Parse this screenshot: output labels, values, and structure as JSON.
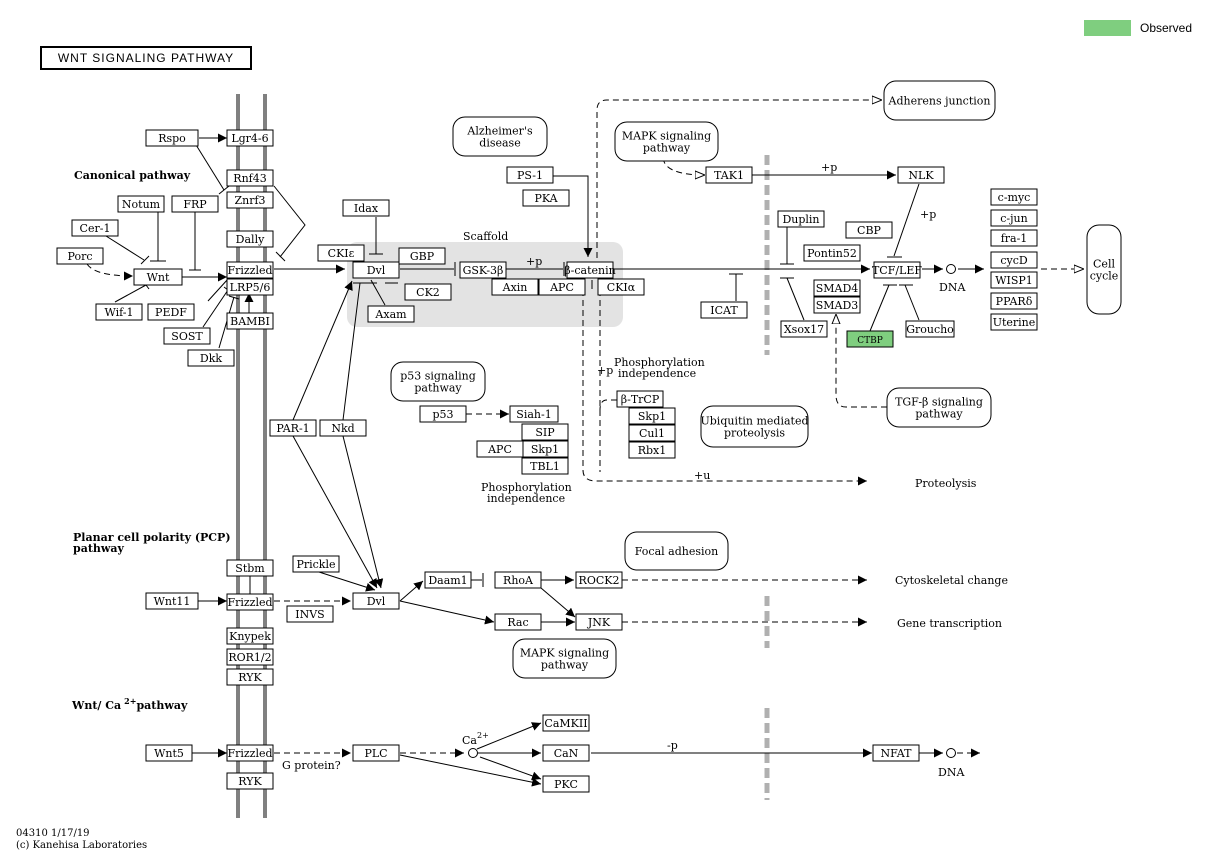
{
  "title": "WNT SIGNALING PATHWAY",
  "legend": {
    "label": "Observed",
    "color": "#7fce7f"
  },
  "footer": {
    "id_date": "04310 1/17/19",
    "copyright": "(c) Kanehisa Laboratories"
  },
  "section_labels": {
    "canonical": "Canonical pathway",
    "pcp_1": "Planar cell polarity (PCP)",
    "pcp_2": "pathway",
    "ca_a": "Wnt/ Ca",
    "ca_b": "2+",
    "ca_c": "pathway"
  },
  "genes": {
    "rspo": "Rspo",
    "lgr": "Lgr4-6",
    "rnf43": "Rnf43",
    "znrf3": "Znrf3",
    "notum": "Notum",
    "frp": "FRP",
    "cer1": "Cer-1",
    "dally": "Dally",
    "porc": "Porc",
    "wnt": "Wnt",
    "frizzled_c": "Frizzled",
    "lrp": "LRP5/6",
    "wif1": "Wif-1",
    "pedf": "PEDF",
    "sost": "SOST",
    "bambi": "BAMBI",
    "dkk": "Dkk",
    "idax": "Idax",
    "ckie": "CKIε",
    "dvl_c": "Dvl",
    "gbp": "GBP",
    "ck2": "CK2",
    "axam": "Axam",
    "gsk": "GSK-3β",
    "axin": "Axin",
    "apc_c": "APC",
    "bcat": "β-catenin",
    "ckia": "CKIα",
    "ps1": "PS-1",
    "pka": "PKA",
    "tak1": "TAK1",
    "nlk": "NLK",
    "duplin": "Duplin",
    "cbp": "CBP",
    "pontin": "Pontin52",
    "smad4": "SMAD4",
    "smad3": "SMAD3",
    "xsox": "Xsox17",
    "tcf": "TCF/LEF",
    "ctbp": "CTBP",
    "groucho": "Groucho",
    "icat": "ICAT",
    "cmyc": "c-myc",
    "cjun": "c-jun",
    "fra1": "fra-1",
    "cycd": "cycD",
    "wisp": "WISP1",
    "ppar": "PPARδ",
    "uterine": "Uterine",
    "par1": "PAR-1",
    "nkd": "Nkd",
    "p53": "p53",
    "siah": "Siah-1",
    "sip": "SIP",
    "skp1_a": "Skp1",
    "apc_b": "APC",
    "tbl1": "TBL1",
    "btrcp": "β-TrCP",
    "skp1_b": "Skp1",
    "cul1": "Cul1",
    "rbx1": "Rbx1",
    "stbm": "Stbm",
    "prickle": "Prickle",
    "wnt11": "Wnt11",
    "frizzled_p": "Frizzled",
    "invs": "INVS",
    "dvl_p": "Dvl",
    "daam1": "Daam1",
    "rhoa": "RhoA",
    "rock2": "ROCK2",
    "rac": "Rac",
    "jnk": "JNK",
    "knypek": "Knypek",
    "ror": "ROR1/2",
    "ryk_p": "RYK",
    "wnt5": "Wnt5",
    "frizzled_ca": "Frizzled",
    "ryk_ca": "RYK",
    "plc": "PLC",
    "camkii": "CaMKII",
    "can": "CaN",
    "pkc": "PKC",
    "nfat": "NFAT"
  },
  "maps": {
    "adherens": "Adherens junction",
    "alz_1": "Alzheimer's",
    "alz_2": "disease",
    "mapk1_1": "MAPK signaling",
    "mapk1_2": "pathway",
    "p53_1": "p53 signaling",
    "p53_2": "pathway",
    "ubq_1": "Ubiquitin mediated",
    "ubq_2": "proteolysis",
    "tgf_1": "TGF-β signaling",
    "tgf_2": "pathway",
    "focal": "Focal adhesion",
    "mapk2_1": "MAPK signaling",
    "mapk2_2": "pathway",
    "cell_1": "Cell",
    "cell_2": "cycle"
  },
  "labels": {
    "scaffold": "Scaffold",
    "plus_p_1": "+p",
    "plus_p_2": "+p",
    "plus_p_3": "+p",
    "plus_u": "+u",
    "minus_p": "-p",
    "dna_1": "DNA",
    "dna_2": "DNA",
    "proteolysis": "Proteolysis",
    "phos_ind_1a": "Phosphorylation",
    "phos_ind_1b": "independence",
    "phos_ind_2a": "Phosphorylation",
    "phos_ind_2b": "independence",
    "cyto": "Cytoskeletal change",
    "gene_tx": "Gene transcription",
    "gprotein": "G protein?",
    "ca_a": "Ca",
    "ca_b": "2+"
  }
}
